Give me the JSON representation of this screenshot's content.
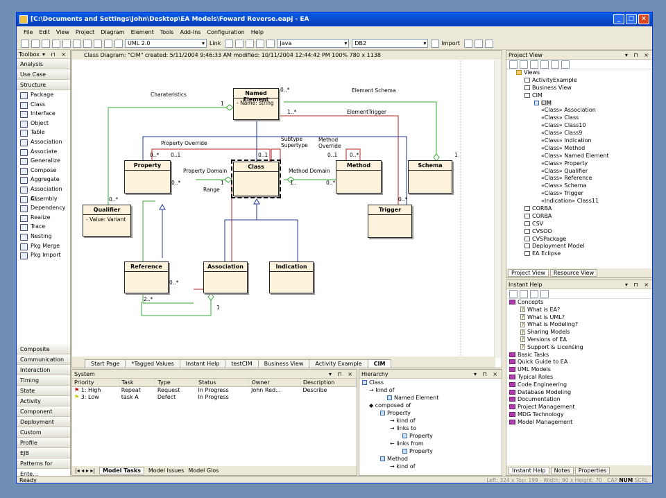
{
  "window": {
    "title": "[C:\\Documents and Settings\\John\\Desktop\\EA Models\\Foward Reverse.eapj - EA"
  },
  "menu": [
    "File",
    "Edit",
    "View",
    "Project",
    "Diagram",
    "Element",
    "Tools",
    "Add-Ins",
    "Configuration",
    "Help"
  ],
  "toolbar": {
    "uml_combo": "UML 2.0",
    "link_label": "Link",
    "import_label": "Import",
    "lang_combo": "Java",
    "db_combo": "DB2"
  },
  "toolbox": {
    "title": "Toolbox",
    "groups_top": [
      "Analysis",
      "Use Case",
      "Structure"
    ],
    "items": [
      "Package",
      "Class",
      "Interface",
      "Object",
      "Table",
      "Association",
      "Associate",
      "Generalize",
      "Compose",
      "Aggregate",
      "Association Cl...",
      "Assembly",
      "Dependency",
      "Realize",
      "Trace",
      "Nesting",
      "Pkg Merge",
      "Pkg Import"
    ],
    "groups_bottom": [
      "Composite",
      "Communication",
      "Interaction",
      "Timing",
      "State",
      "Activity",
      "Component",
      "Deployment",
      "Custom",
      "Profile",
      "EJB",
      "Patterns for Ente..."
    ]
  },
  "diagram": {
    "header": "Class Diagram: \"CIM\"   created: 5/11/2004 9:46:33 AM   modified: 10/11/2004 12:44:42 PM   100%   780 x 1138",
    "classes": {
      "named_element": "Named Element",
      "named_attr": "-  Name:  string",
      "property": "Property",
      "class": "Class",
      "method": "Method",
      "schema": "Schema",
      "qualifier": "Qualifier",
      "qualifier_attr": "-  Value:  Variant",
      "trigger": "Trigger",
      "reference": "Reference",
      "association": "Association",
      "indication": "Indication"
    },
    "labels": {
      "charateristics": "Charateristics",
      "element_schema": "Element Schema",
      "element_trigger": "ElementTrigger",
      "property_override": "Property Override",
      "subtype": "Subtype",
      "supertype": "Supertype",
      "method_override": "Method",
      "method_override2": "Override",
      "property_domain": "Property Domain",
      "method_domain": "Method Domain",
      "range": "Range",
      "m0": "0..*",
      "m1": "1",
      "m2": "1..*",
      "m3": "0..*",
      "m4": "0..1",
      "m5": "0..1",
      "m6": "0..*",
      "m7": "0..1",
      "m8": "0..*",
      "m9": "0..*",
      "m10": "1",
      "m11": "1",
      "m12": "1..",
      "m13": "0..*",
      "m14": "0..*",
      "m15": "1",
      "m16": "0..*",
      "m17": "2..*",
      "m18": "1",
      "m19": "1",
      "m20": "0..*"
    },
    "tabs": [
      "Start Page",
      "*Tagged Values",
      "Instant Help",
      "testCIM",
      "Business View",
      "Activity Example",
      "CIM"
    ]
  },
  "system": {
    "title": "System",
    "columns": [
      "Priority",
      "Task",
      "Type",
      "Status",
      "Owner",
      "Description"
    ],
    "rows": [
      [
        "1: High",
        "Repeat",
        "Request",
        "In Progress",
        "John Red...",
        "Describe"
      ],
      [
        "3: Low",
        "task A",
        "Defect",
        "In Progress",
        "",
        ""
      ]
    ],
    "tabs": [
      "Model Tasks",
      "Model Issues",
      "Model Glos"
    ]
  },
  "hierarchy": {
    "title": "Hierarchy",
    "rows": [
      "Class",
      "kind of",
      "Named Element",
      "composed of",
      "Property",
      "kind of",
      "links to",
      "Property",
      "links from",
      "Property",
      "Method",
      "kind of"
    ]
  },
  "project": {
    "title": "Project View",
    "rows": [
      "Views",
      "ActivityExample",
      "Business View",
      "CIM",
      "CIM",
      "«Class» Association",
      "«Class» Class",
      "«Class» Class10",
      "«Class» Class9",
      "«Class» Indication",
      "«Class» Method",
      "«Class» Named Element",
      "«Class» Property",
      "«Class» Qualifier",
      "«Class» Reference",
      "«Class» Schema",
      "«Class» Trigger",
      "«Indication» Class11",
      "CORBA",
      "CORBA",
      "CSV",
      "CVSOO",
      "CVSPackage",
      "Deployment Model",
      "EA Eclipse"
    ],
    "tabs": [
      "Project View",
      "Resource View"
    ]
  },
  "instant_help": {
    "title": "Instant Help",
    "rows": [
      "Concepts",
      "What is EA?",
      "What is UML?",
      "What is Modeling?",
      "Sharing Models",
      "Versions of EA",
      "Support & Licensing",
      "Basic Tasks",
      "Quick Guide to EA",
      "UML Models",
      "Typical Roles",
      "Code Engineering",
      "Database Modeling",
      "Documentation",
      "Project Management",
      "MDG Technology",
      "Model Management"
    ],
    "tabs": [
      "Instant Help",
      "Notes",
      "Properties"
    ]
  },
  "status": {
    "left": "Ready",
    "coords": "Left:  324 x Top:  199 - Width:  90 x Height:  70",
    "cap": "CAP",
    "num": "NUM",
    "scrl": "SCRL"
  },
  "colors": {
    "titlebar": "#0a47c8",
    "class_fill": "#fdf3dc",
    "green_line": "#33aa33",
    "red_line": "#b02020",
    "blue_line": "#223399"
  }
}
